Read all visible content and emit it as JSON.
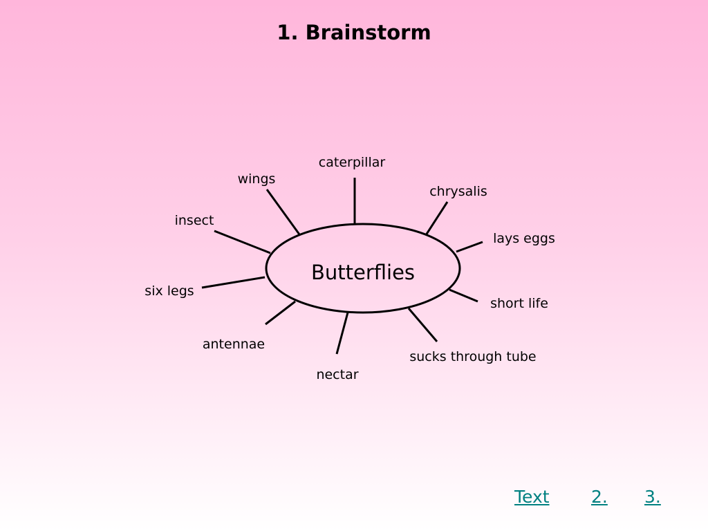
{
  "title": "1. Brainstorm",
  "diagram": {
    "center": "Butterflies",
    "branches": [
      {
        "label": "caterpillar"
      },
      {
        "label": "chrysalis"
      },
      {
        "label": "lays eggs"
      },
      {
        "label": "short life"
      },
      {
        "label": "sucks through tube"
      },
      {
        "label": "nectar"
      },
      {
        "label": "antennae"
      },
      {
        "label": "six legs"
      },
      {
        "label": "insect"
      },
      {
        "label": "wings"
      }
    ]
  },
  "nav": {
    "text": "Text",
    "two": "2.",
    "three": "3."
  },
  "colors": {
    "link": "#008080",
    "background_top": "#ffb6db",
    "background_bottom": "#ffffff"
  }
}
